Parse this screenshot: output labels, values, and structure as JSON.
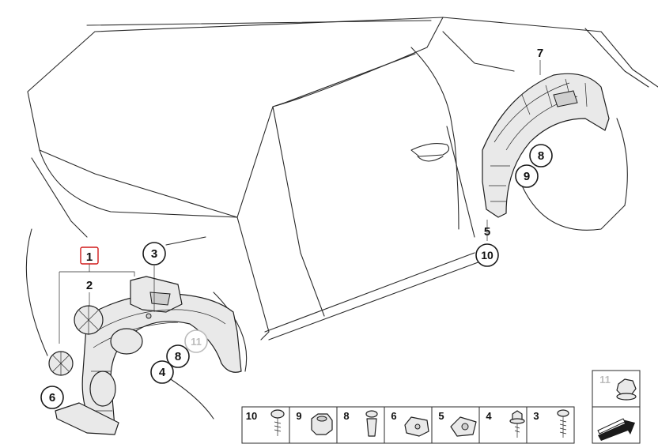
{
  "callouts": {
    "c1": "1",
    "c2": "2",
    "c3": "3",
    "c4": "4",
    "c5": "5",
    "c6": "6",
    "c7": "7",
    "c8a": "8",
    "c8b": "8",
    "c9": "9",
    "c10": "10",
    "c11": "11"
  },
  "legend": {
    "items": [
      {
        "num": "10",
        "part": "screw-icon"
      },
      {
        "num": "9",
        "part": "hex-nut-icon"
      },
      {
        "num": "8",
        "part": "expanding-rivet-icon"
      },
      {
        "num": "6",
        "part": "spring-nut-icon"
      },
      {
        "num": "5",
        "part": "clip-nut-icon"
      },
      {
        "num": "4",
        "part": "flanged-bolt-icon"
      },
      {
        "num": "3",
        "part": "screw-icon"
      }
    ],
    "extra_num": "11",
    "extra_part": "flange-nut-icon",
    "arrow_part": "arrow-icon"
  },
  "colors": {
    "highlight": "#d11a1a",
    "grey_callout": "#bcbcbc"
  }
}
